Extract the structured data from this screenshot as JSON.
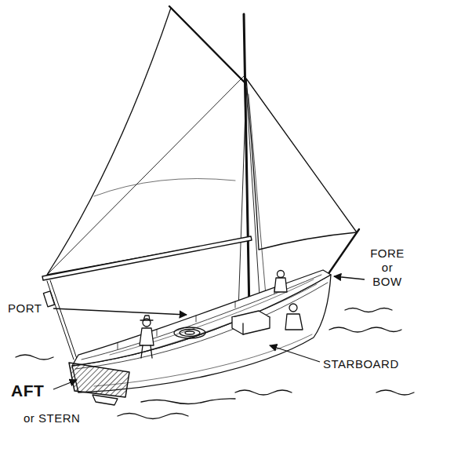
{
  "diagram": {
    "labels": [
      "PORT",
      "FORE or BOW",
      "STARBOARD",
      "AFT",
      "or STERN"
    ]
  }
}
